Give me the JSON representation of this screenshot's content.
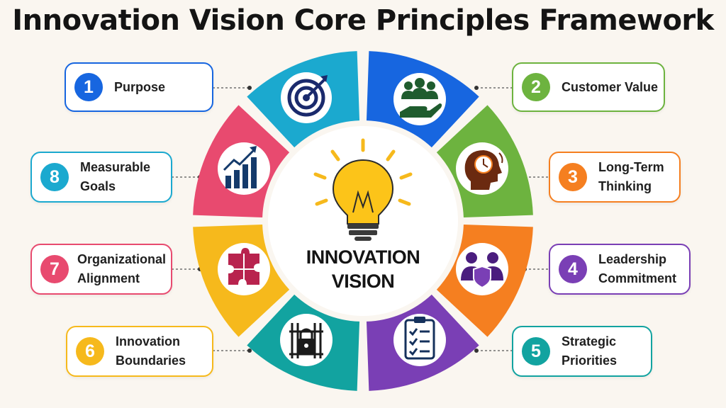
{
  "title": "Innovation Vision Core Principles Framework",
  "center": {
    "line1": "INNOVATION",
    "line2": "VISION",
    "icon": "lightbulb-icon"
  },
  "colors": {
    "blue": "#1766e0",
    "green": "#6db33f",
    "orange": "#f57f20",
    "purple": "#7a3fb5",
    "teal": "#12a3a0",
    "yellow": "#f6b91c",
    "pink": "#e84a6f",
    "cyan": "#1ba9cf"
  },
  "principles": [
    {
      "number": "1",
      "label": "Purpose",
      "icon": "target-icon",
      "color": "#1766e0"
    },
    {
      "number": "2",
      "label": "Customer Value",
      "icon": "people-hand-icon",
      "color": "#6db33f"
    },
    {
      "number": "3",
      "label": "Long-Term Thinking",
      "icon": "head-clock-icon",
      "color": "#f57f20"
    },
    {
      "number": "4",
      "label": "Leadership Commitment",
      "icon": "people-shield-icon",
      "color": "#7a3fb5"
    },
    {
      "number": "5",
      "label": "Strategic Priorities",
      "icon": "checklist-icon",
      "color": "#12a3a0"
    },
    {
      "number": "6",
      "label": "Innovation Boundaries",
      "icon": "gate-lock-icon",
      "color": "#f6b91c"
    },
    {
      "number": "7",
      "label": "Organizational Alignment",
      "icon": "puzzle-icon",
      "color": "#e84a6f"
    },
    {
      "number": "8",
      "label": "Measurable Goals",
      "icon": "growth-chart-icon",
      "color": "#1ba9cf"
    }
  ]
}
